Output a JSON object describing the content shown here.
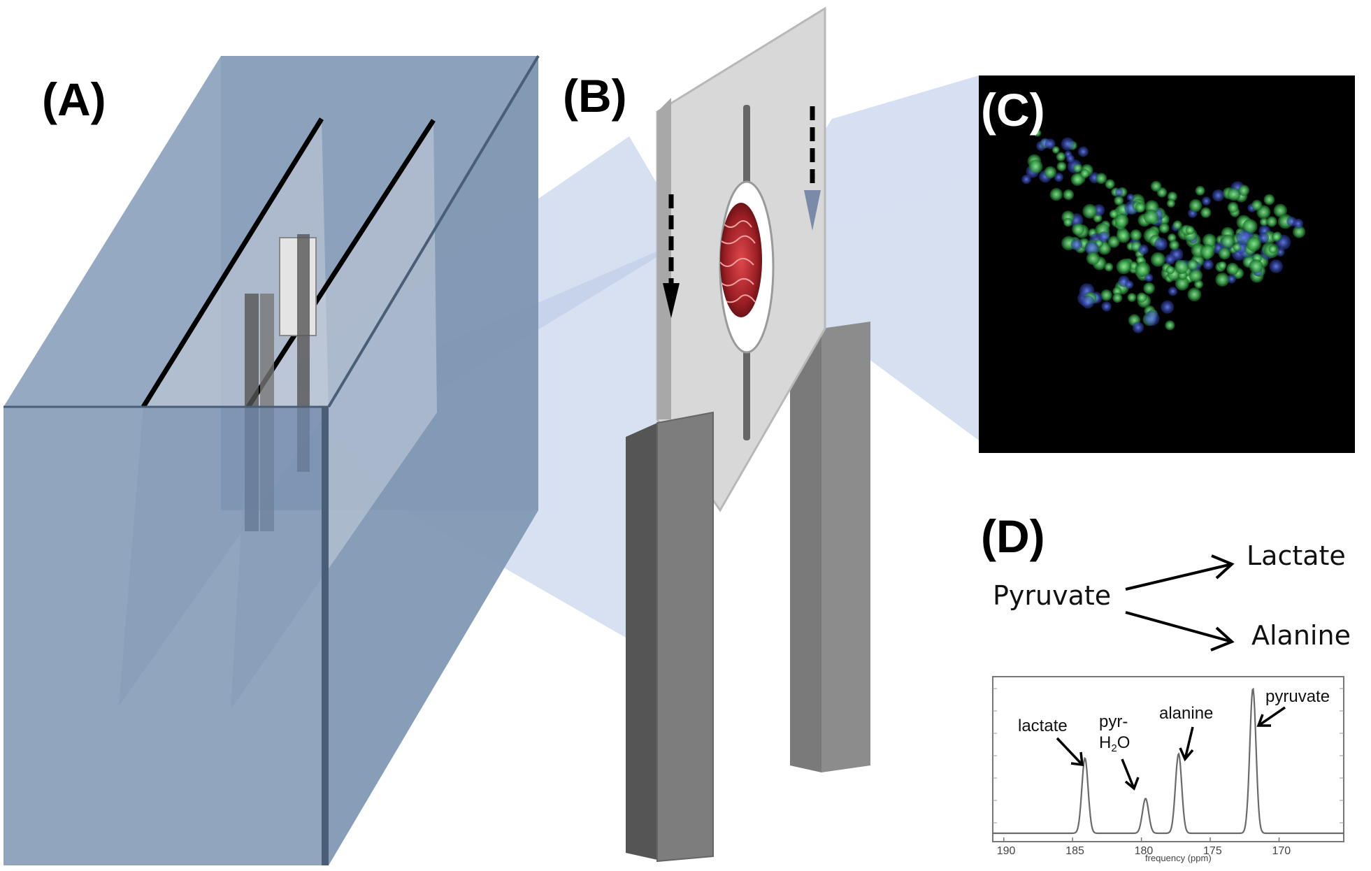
{
  "panels": {
    "a": {
      "label": "(A)"
    },
    "b": {
      "label": "(B)"
    },
    "c": {
      "label": "(C)"
    },
    "d": {
      "label": "(D)"
    }
  },
  "pathway": {
    "source": "Pyruvate",
    "product_1": "Lactate",
    "product_2": "Alanine"
  },
  "spectrum": {
    "xlabel": "frequency (ppm)",
    "ticks": [
      "190",
      "185",
      "180",
      "175",
      "170"
    ],
    "peaks": [
      {
        "label": "lactate",
        "ppm": 184.1,
        "height": 0.52
      },
      {
        "label_line1": "pyr-",
        "label_line2_main": "H",
        "label_line2_sub": "2",
        "label_line2_end": "O",
        "ppm": 179.7,
        "height": 0.24
      },
      {
        "label": "alanine",
        "ppm": 177.3,
        "height": 0.55
      },
      {
        "label": "pyruvate",
        "ppm": 171.9,
        "height": 1.0
      }
    ]
  },
  "colors": {
    "tank_front": "#5e7899",
    "tank_light": "#8a9fb8",
    "beam": "#c2d0ea",
    "holder_plate": "#d8d8d8",
    "holder_leg": "#6d6d6d",
    "microscopy_bg": "#000000",
    "cell_green": "#4bc45a",
    "cell_blue": "#3a55c8"
  }
}
